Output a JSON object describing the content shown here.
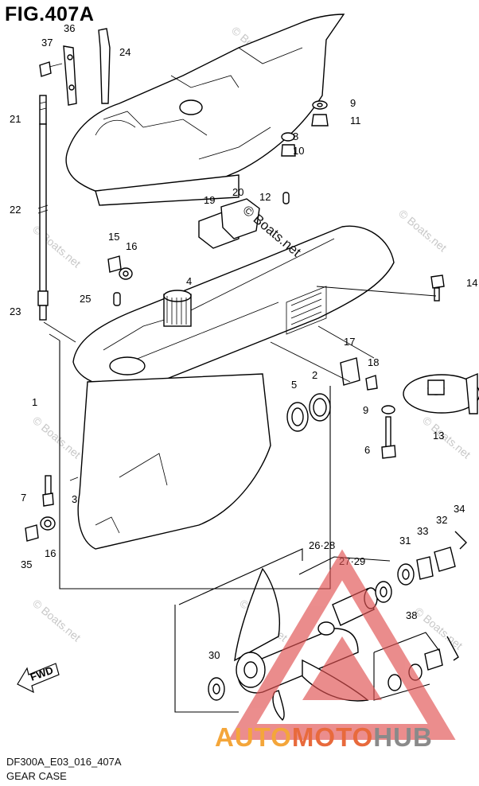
{
  "figure": {
    "title": "FIG.407A",
    "code": "DF300A_E03_016_407A",
    "caption": "GEAR CASE"
  },
  "watermarks": {
    "copyright": "© Boats.net",
    "small": "© Boats.net"
  },
  "brand": {
    "part1": "AUTO",
    "part2": "MOTO",
    "part3": "HUB"
  },
  "fwd_label": "FWD",
  "callouts": [
    {
      "id": "37",
      "label": "37"
    },
    {
      "id": "36",
      "label": "36"
    },
    {
      "id": "24",
      "label": "24"
    },
    {
      "id": "21",
      "label": "21"
    },
    {
      "id": "22",
      "label": "22"
    },
    {
      "id": "23",
      "label": "23"
    },
    {
      "id": "9a",
      "label": "9"
    },
    {
      "id": "11",
      "label": "11"
    },
    {
      "id": "8",
      "label": "8"
    },
    {
      "id": "10",
      "label": "10"
    },
    {
      "id": "19",
      "label": "19"
    },
    {
      "id": "20",
      "label": "20"
    },
    {
      "id": "12",
      "label": "12"
    },
    {
      "id": "15",
      "label": "15"
    },
    {
      "id": "16a",
      "label": "16"
    },
    {
      "id": "4",
      "label": "4"
    },
    {
      "id": "25",
      "label": "25"
    },
    {
      "id": "14",
      "label": "14"
    },
    {
      "id": "17",
      "label": "17"
    },
    {
      "id": "18",
      "label": "18"
    },
    {
      "id": "5",
      "label": "5"
    },
    {
      "id": "2",
      "label": "2"
    },
    {
      "id": "1",
      "label": "1"
    },
    {
      "id": "9b",
      "label": "9"
    },
    {
      "id": "13",
      "label": "13"
    },
    {
      "id": "6",
      "label": "6"
    },
    {
      "id": "7",
      "label": "7"
    },
    {
      "id": "3",
      "label": "3"
    },
    {
      "id": "34",
      "label": "34"
    },
    {
      "id": "33",
      "label": "33"
    },
    {
      "id": "32",
      "label": "32"
    },
    {
      "id": "31",
      "label": "31"
    },
    {
      "id": "26-28",
      "label": "26·28"
    },
    {
      "id": "27-29",
      "label": "27·29"
    },
    {
      "id": "35",
      "label": "35"
    },
    {
      "id": "16b",
      "label": "16"
    },
    {
      "id": "38",
      "label": "38"
    },
    {
      "id": "30",
      "label": "30"
    }
  ]
}
